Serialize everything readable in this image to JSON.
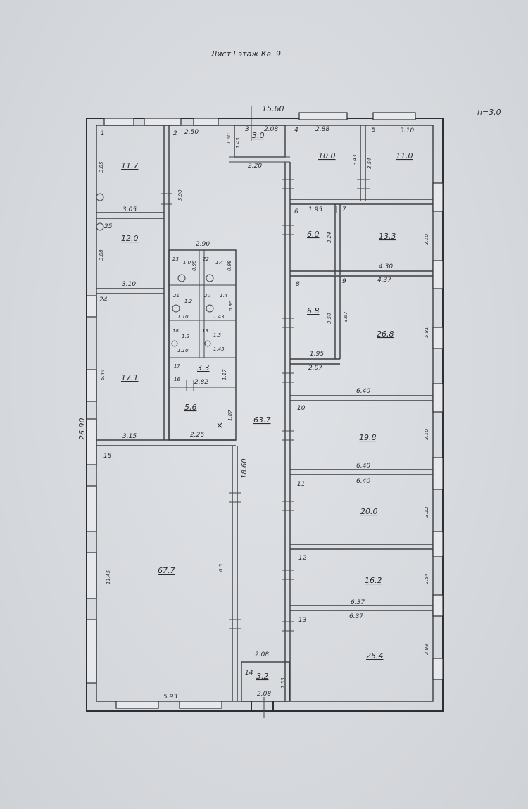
{
  "header": {
    "sheet_label": "Лист I этаж Кв. 9",
    "height_note": "h=3.0"
  },
  "overall": {
    "width": "15.60",
    "length": "26.90",
    "corridor_length": "18.60"
  },
  "rooms": [
    {
      "no": "1",
      "area": "11.7",
      "dims": [
        "3.85",
        "3.05"
      ]
    },
    {
      "no": "2",
      "area": "",
      "dims": [
        "2.50",
        "5.90"
      ]
    },
    {
      "no": "3",
      "area": "3.0",
      "dims": [
        "1.43",
        "2.08",
        "1.60",
        "2.20"
      ]
    },
    {
      "no": "4",
      "area": "10.0",
      "dims": [
        "2.88",
        "3.43"
      ]
    },
    {
      "no": "5",
      "area": "11.0",
      "dims": [
        "3.10",
        "3.54"
      ]
    },
    {
      "no": "6",
      "area": "6.0",
      "dims": [
        "1.95",
        "3.24"
      ]
    },
    {
      "no": "7",
      "area": "13.3",
      "dims": [
        "4.30",
        "3.10"
      ]
    },
    {
      "no": "8",
      "area": "6.8",
      "dims": [
        "3.50",
        "1.95"
      ]
    },
    {
      "no": "9",
      "area": "26.8",
      "dims": [
        "4.37",
        "3.67",
        "5.81",
        "2.07",
        "6.40"
      ]
    },
    {
      "no": "10",
      "area": "19.8",
      "dims": [
        "3.10",
        "6.40"
      ]
    },
    {
      "no": "11",
      "area": "20.0",
      "dims": [
        "6.40",
        "3.12"
      ]
    },
    {
      "no": "12",
      "area": "16.2",
      "dims": [
        "2.54",
        "6.37"
      ]
    },
    {
      "no": "13",
      "area": "25.4",
      "dims": [
        "6.37",
        "3.98"
      ]
    },
    {
      "no": "14",
      "area": "3.2",
      "dims": [
        "2.08",
        "1.53",
        "2.08"
      ]
    },
    {
      "no": "15",
      "area": "67.7",
      "dims": [
        "11.45",
        "5.93",
        "0.5"
      ]
    },
    {
      "no": "16",
      "area": "5.6",
      "dims": [
        "2.26",
        "1.87"
      ]
    },
    {
      "no": "17",
      "area": "3.3",
      "dims": [
        "2.82",
        "1.17"
      ]
    },
    {
      "no": "18",
      "area": "1.2",
      "dims": [
        "1.10"
      ]
    },
    {
      "no": "19",
      "area": "1.3",
      "dims": [
        "1.43"
      ]
    },
    {
      "no": "20",
      "area": "1.4",
      "dims": [
        "1.43",
        "0.95"
      ]
    },
    {
      "no": "21",
      "area": "1.2",
      "dims": [
        "1.10"
      ]
    },
    {
      "no": "22",
      "area": "1.4",
      "dims": [
        "0.98"
      ]
    },
    {
      "no": "23",
      "area": "1.0",
      "dims": [
        "0.98"
      ]
    },
    {
      "no": "24",
      "area": "17.1",
      "dims": [
        "5.44",
        "3.15",
        "3.10"
      ]
    },
    {
      "no": "25",
      "area": "12.0",
      "dims": [
        "3.88",
        "3.10"
      ]
    }
  ],
  "corridor": {
    "area": "63.7",
    "dims": [
      "2.90"
    ]
  }
}
